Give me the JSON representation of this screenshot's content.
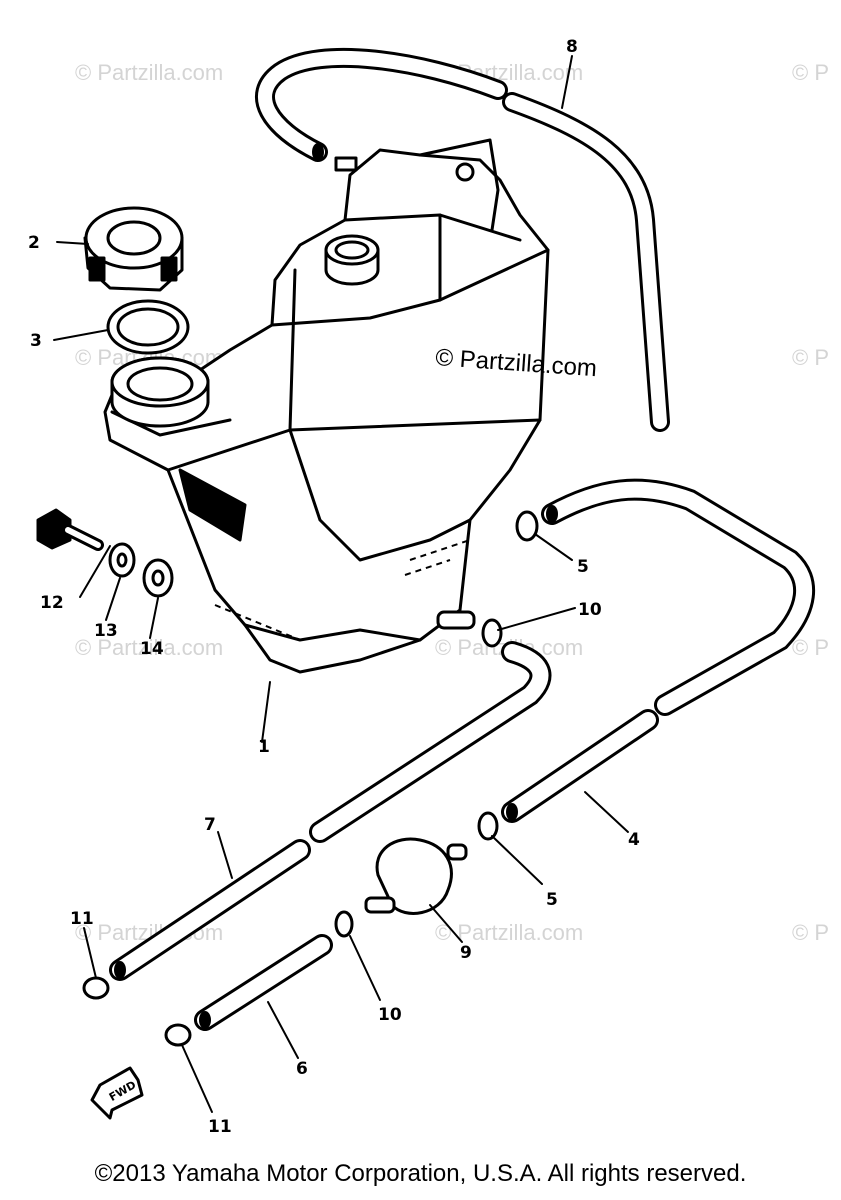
{
  "watermarks": {
    "main": "© Partzilla.com",
    "faint": "© Partzilla.com",
    "edge": "© P"
  },
  "callouts": {
    "c1": "1",
    "c2": "2",
    "c3": "3",
    "c4": "4",
    "c5a": "5",
    "c5b": "5",
    "c6": "6",
    "c7": "7",
    "c8": "8",
    "c9": "9",
    "c10a": "10",
    "c10b": "10",
    "c11a": "11",
    "c11b": "11",
    "c12": "12",
    "c13": "13",
    "c14": "14"
  },
  "fwd_label": "FWD",
  "copyright": "©2013  Yamaha Motor Corporation, U.S.A. All rights reserved."
}
